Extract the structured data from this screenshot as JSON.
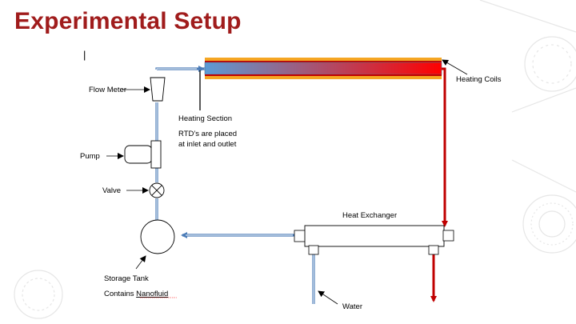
{
  "slide": {
    "title": "Experimental Setup",
    "cursor_mark": "|"
  },
  "diagram": {
    "labels": {
      "flow_meter": "Flow Meter",
      "pump": "Pump",
      "valve": "Valve",
      "storage_tank": "Storage Tank",
      "contains": "Contains ",
      "nanofluid": "Nanofluid",
      "heating_section": "Heating Section",
      "rtd_line1": "RTD’s are placed",
      "rtd_line2": "at inlet and outlet",
      "heating_coils": "Heating Coils",
      "heat_exchanger": "Heat Exchanger",
      "water": "Water"
    },
    "colors": {
      "title": "#a01c1c",
      "cold_pipe": "#4a7bb7",
      "hot_pipe": "#c00000",
      "coil_orange": "#f5a623",
      "coil_red": "#c00000",
      "gradient_start": "#5b9bd5",
      "gradient_end": "#ff0000",
      "decoration": "#e6e6e6"
    }
  }
}
